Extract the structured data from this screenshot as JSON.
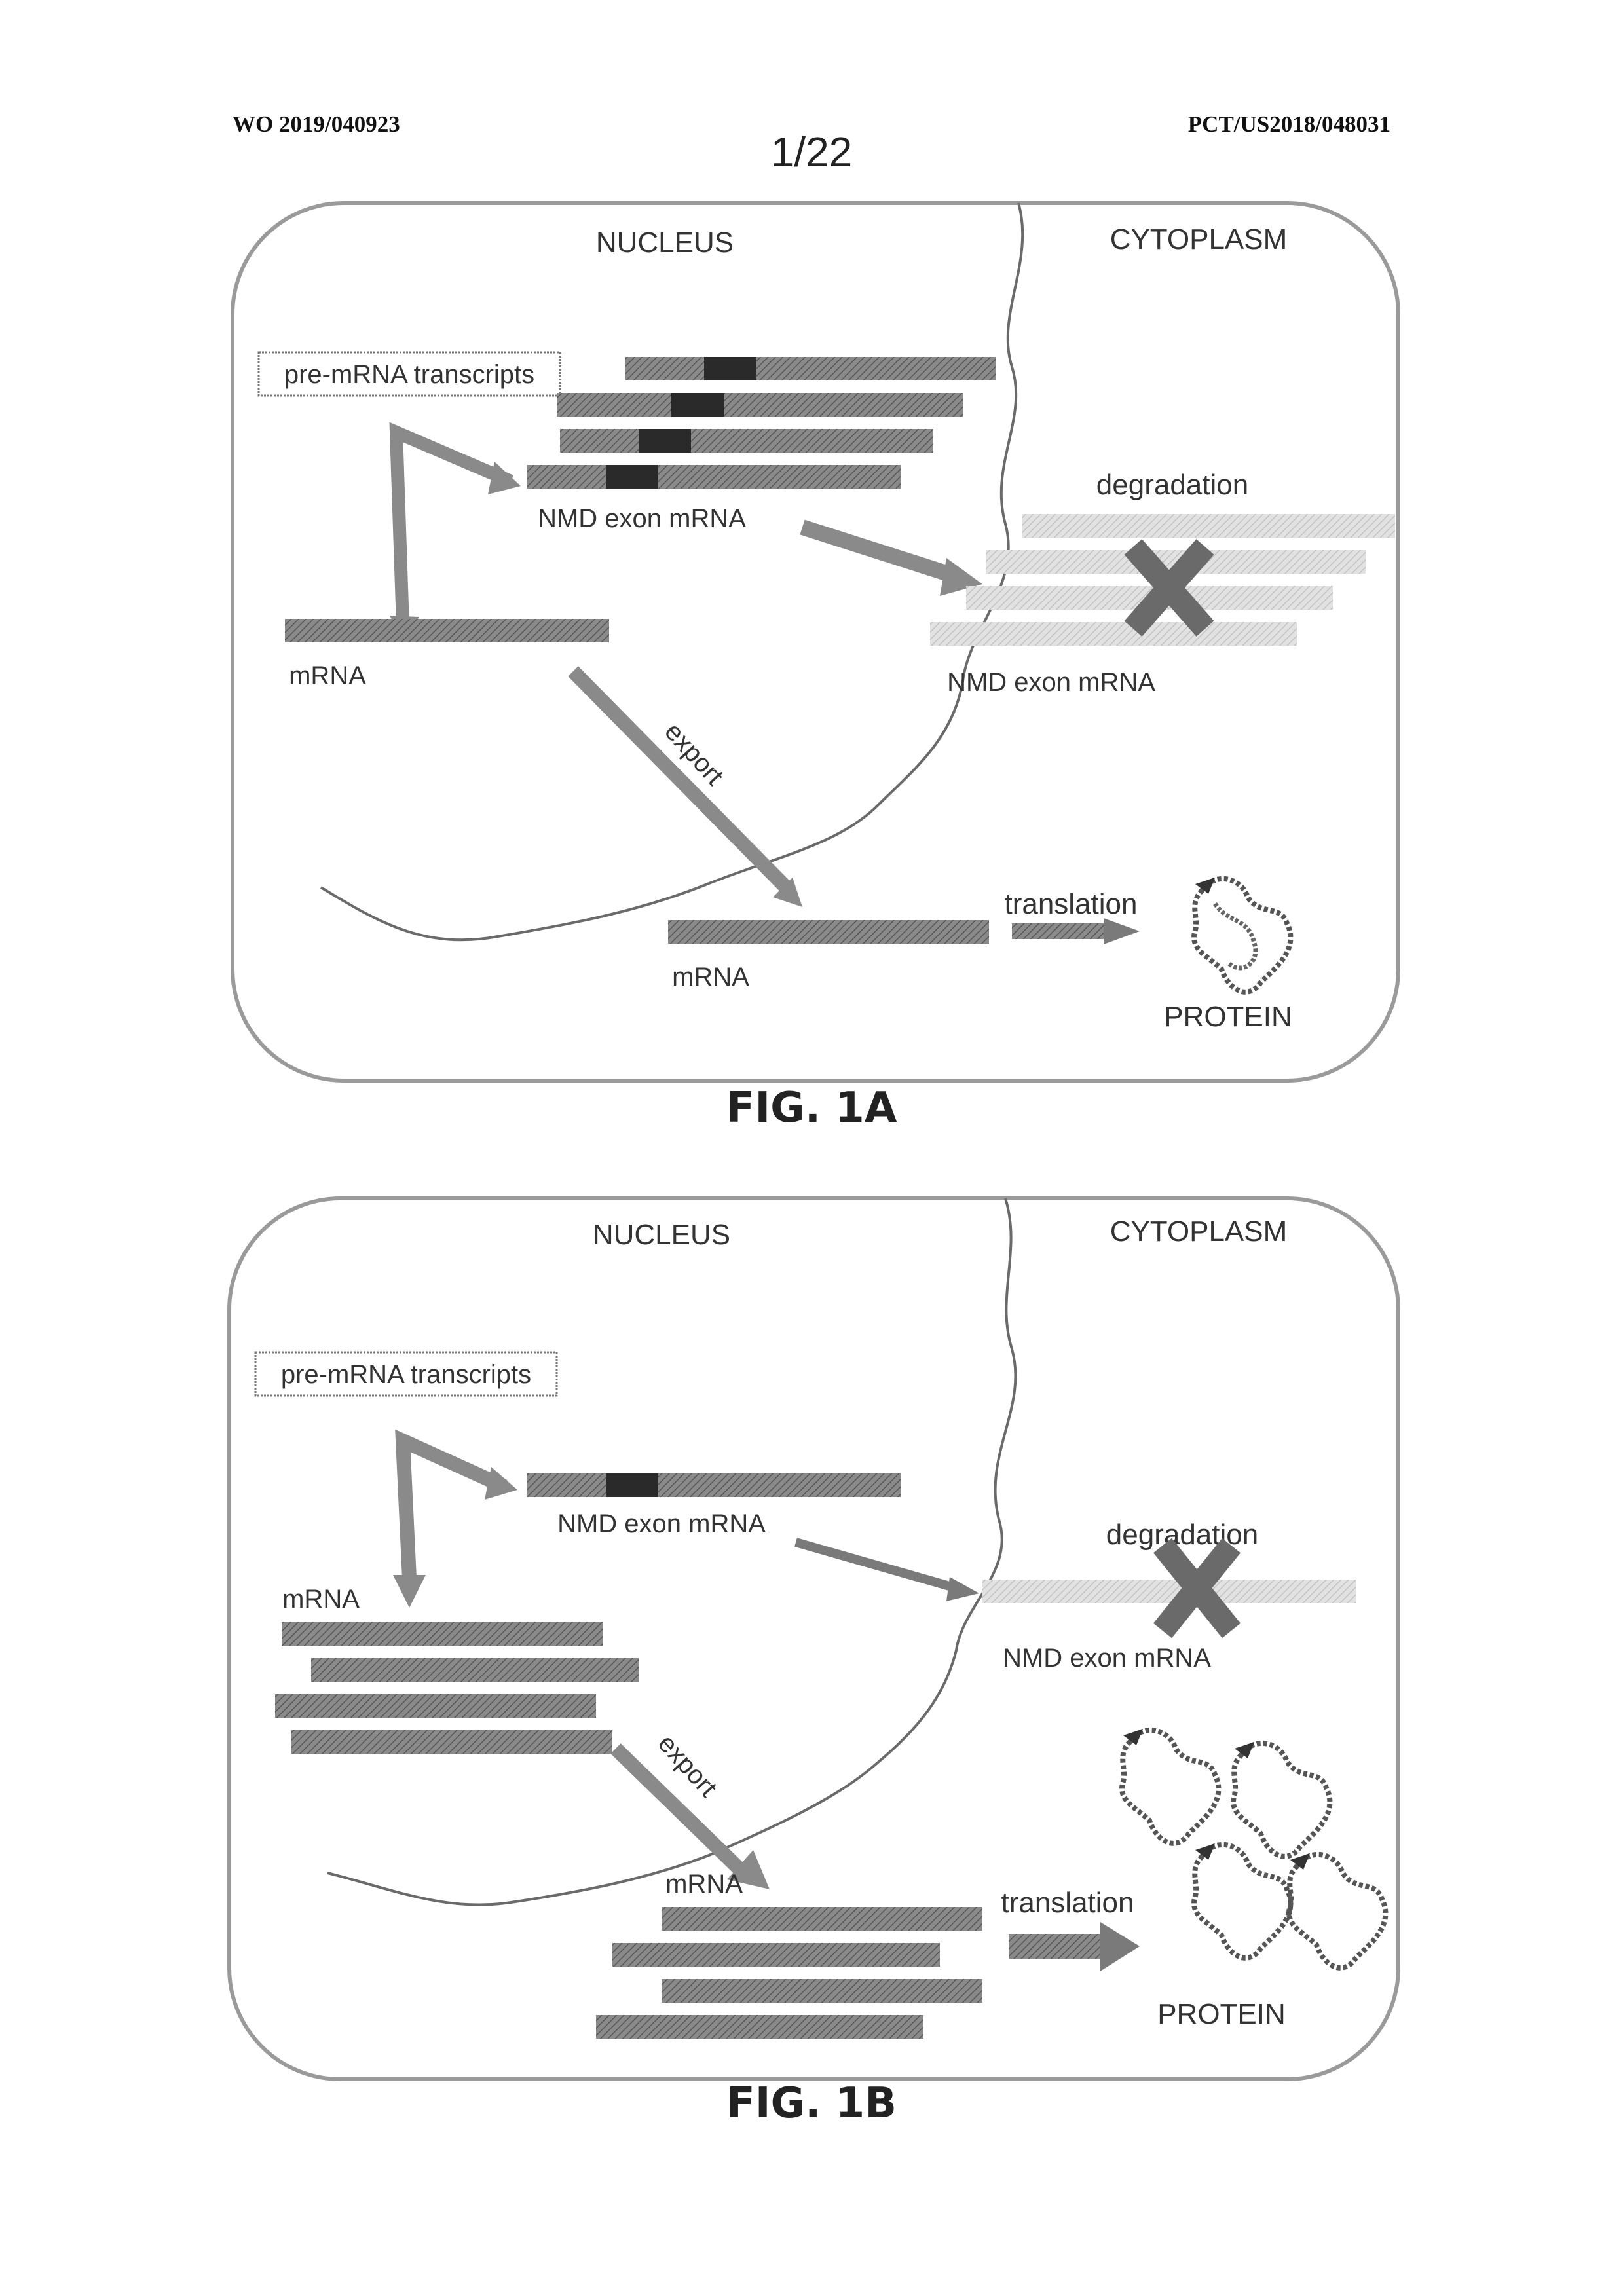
{
  "header": {
    "publication_number": "WO 2019/040923",
    "application_number": "PCT/US2018/048031",
    "sheet": "1/22"
  },
  "figures": [
    {
      "caption": "FIG. 1A",
      "labels": {
        "nucleus": "NUCLEUS",
        "cytoplasm": "CYTOPLASM",
        "pre_mrna": "pre-mRNA transcripts",
        "nmd_exon_mrna": "NMD exon mRNA",
        "degradation": "degradation",
        "nmd_exon_mrna_degraded": "NMD exon mRNA",
        "mrna_nucleus": "mRNA",
        "export": "export",
        "mrna_cytoplasm": "mRNA",
        "translation": "translation",
        "protein": "PROTEIN"
      }
    },
    {
      "caption": "FIG. 1B",
      "labels": {
        "nucleus": "NUCLEUS",
        "cytoplasm": "CYTOPLASM",
        "pre_mrna": "pre-mRNA transcripts",
        "nmd_exon_mrna": "NMD exon mRNA",
        "degradation": "degradation",
        "nmd_exon_mrna_degraded": "NMD exon mRNA",
        "mrna_nucleus": "mRNA",
        "export": "export",
        "mrna_cytoplasm": "mRNA",
        "translation": "translation",
        "protein": "PROTEIN"
      }
    }
  ],
  "colors": {
    "bar": "#7a7a7a",
    "bar_dark": "#2a2a2a",
    "bar_faded": "#d4d4d4",
    "arrow": "#888888",
    "outline": "#9a9a9a"
  }
}
